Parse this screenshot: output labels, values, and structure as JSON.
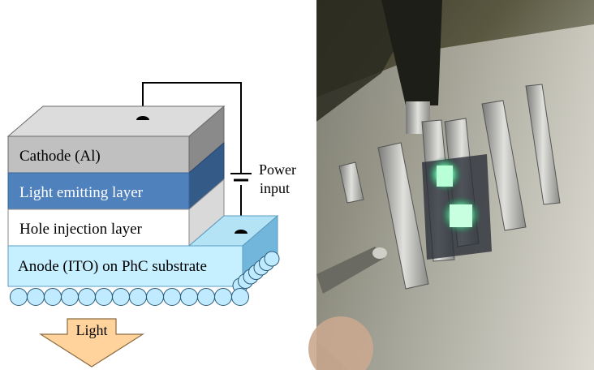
{
  "diagram": {
    "layers": {
      "cathode": "Cathode (Al)",
      "emitting": "Light emitting layer",
      "hole": "Hole injection layer",
      "anode": "Anode (ITO) on PhC substrate"
    },
    "power_label_line1": "Power",
    "power_label_line2": "input",
    "light_label": "Light"
  },
  "colors": {
    "cathode_front": "#c0c0c0",
    "cathode_top": "#dcdcdc",
    "cathode_side": "#8a8a8a",
    "emitting_front": "#4f81bd",
    "emitting_side": "#345a88",
    "hole_front": "#ffffff",
    "hole_side": "#d9d9d9",
    "anode_front": "#c6efff",
    "anode_top": "#b4e3f5",
    "anode_side": "#72b7db",
    "spheres": "#bfeaff",
    "arrow": "#ffd39b"
  },
  "photo": {
    "description_icon": "oled-device-photo"
  }
}
